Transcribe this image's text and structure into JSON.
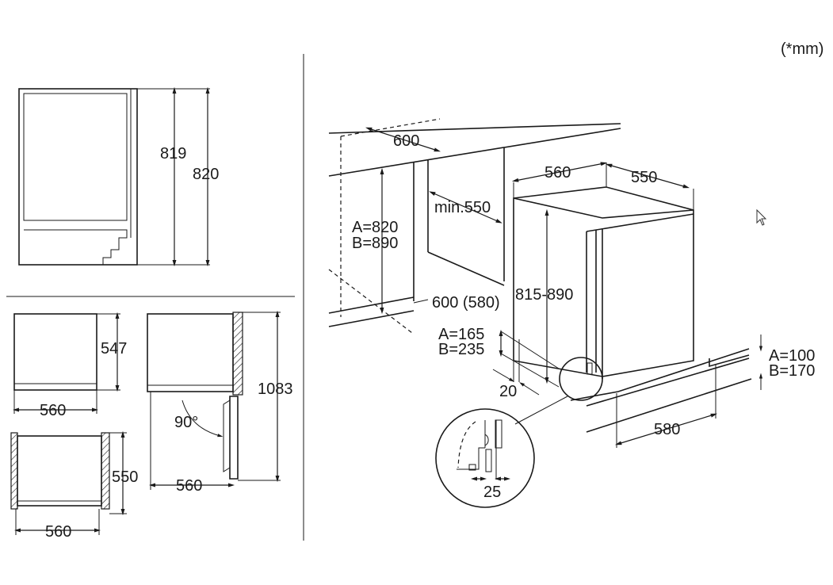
{
  "unit_note": "(*mm)",
  "side_view": {
    "height_inner": "819",
    "height_outer": "820"
  },
  "top_views": {
    "v1_depth": "547",
    "v1_width": "560",
    "v2_total": "1083",
    "v2_angle": "90°",
    "v2_width": "560",
    "v3_depth": "550",
    "v3_width": "560"
  },
  "installation": {
    "niche_width": "600",
    "appliance_width": "560",
    "appliance_depth": "550",
    "min_depth": "min.550",
    "niche_height_a": "A=820",
    "niche_height_b": "B=890",
    "niche_depth": "600 (580)",
    "height_range": "815-890",
    "vent_a": "A=165",
    "vent_b": "B=235",
    "plinth_offset": "20",
    "plinth_a": "A=100",
    "plinth_b": "B=170",
    "plinth_width": "580",
    "detail_gap": "25"
  }
}
